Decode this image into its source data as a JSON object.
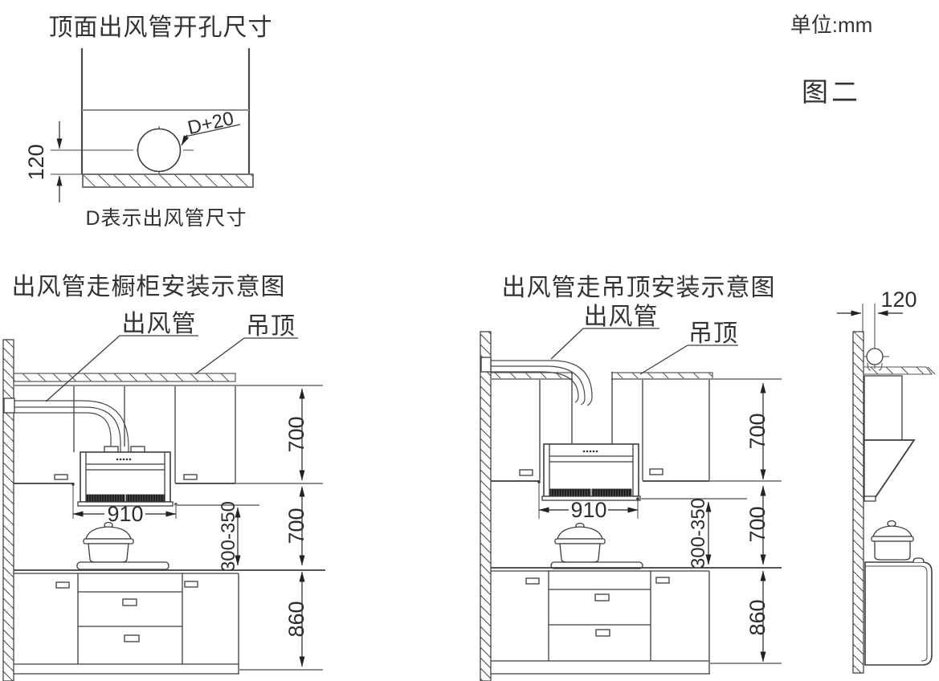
{
  "unit_note": {
    "label": "单位:mm"
  },
  "figure_note": {
    "label": "图二"
  },
  "hole_diagram": {
    "title": "顶面出风管开孔尺寸",
    "caption": "D表示出风管尺寸",
    "dims": {
      "edge_to_center": "120",
      "hole_diameter": "D+20"
    }
  },
  "cabinet_route_diagram": {
    "title": "出风管走橱柜安装示意图",
    "labels": {
      "duct": "出风管",
      "ceiling": "吊顶"
    },
    "dims": {
      "upper_cabinet_height": "700",
      "hood_width": "910",
      "hood_to_hob": "300-350",
      "hood_bottom_to_counter": "700",
      "base_cabinet_height": "860"
    }
  },
  "ceiling_route_diagram": {
    "title": "出风管走吊顶安装示意图",
    "labels": {
      "duct": "出风管",
      "ceiling": "吊顶"
    },
    "dims": {
      "upper_cabinet_height": "700",
      "hood_width": "910",
      "hood_to_hob": "300-350",
      "hood_bottom_to_counter": "700",
      "base_cabinet_height": "860"
    }
  },
  "side_view": {
    "dims": {
      "wall_to_duct_center": "120"
    }
  },
  "colors": {
    "background": "#ffffff",
    "line_dark": "#3d3d3d",
    "line_gray": "#8e8e8e",
    "dimension": "#222222",
    "text": "#333333",
    "grille": "#1c1c1c"
  }
}
